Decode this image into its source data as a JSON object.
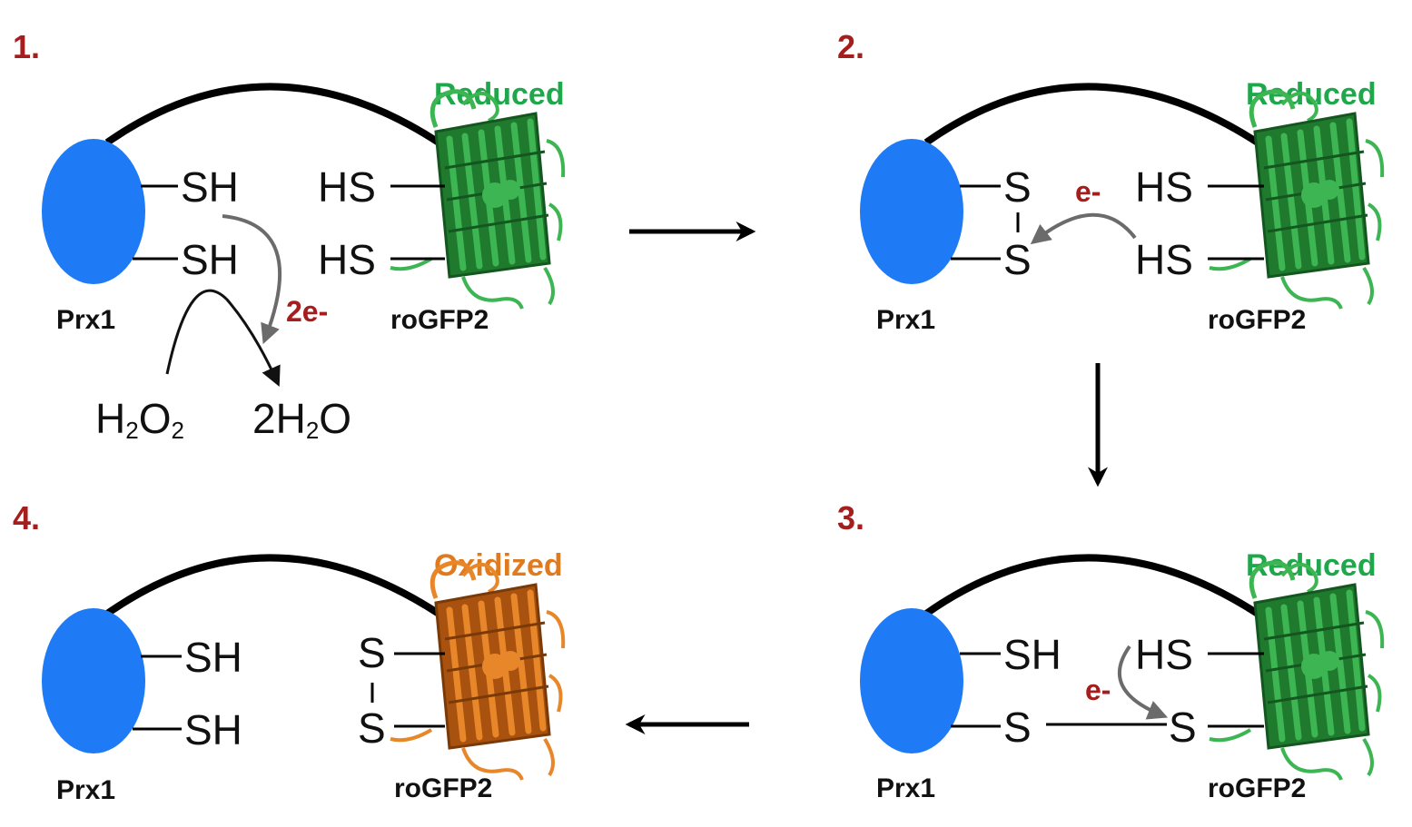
{
  "colors": {
    "step_number": "#a51d1d",
    "reduced": "#1fa74c",
    "oxidized": "#e07a1e",
    "prx1": "#1e7bf5",
    "rogfp_reduced_dark": "#1f7a2e",
    "rogfp_reduced_light": "#3cb552",
    "rogfp_oxidized_dark": "#a9520f",
    "rogfp_oxidized_light": "#e8872a",
    "electron_arrow": "#6b6b6b",
    "electron_label": "#a51d1d",
    "linker": "#000000"
  },
  "panels": [
    {
      "step": "1.",
      "state": "Reduced",
      "prx1_label": "Prx1",
      "rogfp_label": "roGFP2",
      "prx1_groups": [
        "SH",
        "SH"
      ],
      "rogfp_groups": [
        "HS",
        "HS"
      ],
      "electron_label": "2e-",
      "reactant": {
        "main": "H",
        "sub1": "2",
        "mid": "O",
        "sub2": "2"
      },
      "product": {
        "main": "2H",
        "sub1": "2",
        "mid": "O"
      }
    },
    {
      "step": "2.",
      "state": "Reduced",
      "prx1_label": "Prx1",
      "rogfp_label": "roGFP2",
      "prx1_groups": [
        "S",
        "S"
      ],
      "rogfp_groups": [
        "HS",
        "HS"
      ],
      "electron_label": "e-"
    },
    {
      "step": "3.",
      "state": "Reduced",
      "prx1_label": "Prx1",
      "rogfp_label": "roGFP2",
      "prx1_groups": [
        "SH",
        "S"
      ],
      "rogfp_groups": [
        "HS",
        "S"
      ],
      "electron_label": "e-"
    },
    {
      "step": "4.",
      "state": "Oxidized",
      "prx1_label": "Prx1",
      "rogfp_label": "roGFP2",
      "prx1_groups": [
        "SH",
        "SH"
      ],
      "rogfp_groups": [
        "S",
        "S"
      ]
    }
  ],
  "icons": {
    "prx1": "prx1-ellipse",
    "rogfp": "rogfp-beta-barrel-ribbon",
    "arrows": [
      "arrow-right",
      "arrow-down",
      "arrow-left"
    ]
  }
}
